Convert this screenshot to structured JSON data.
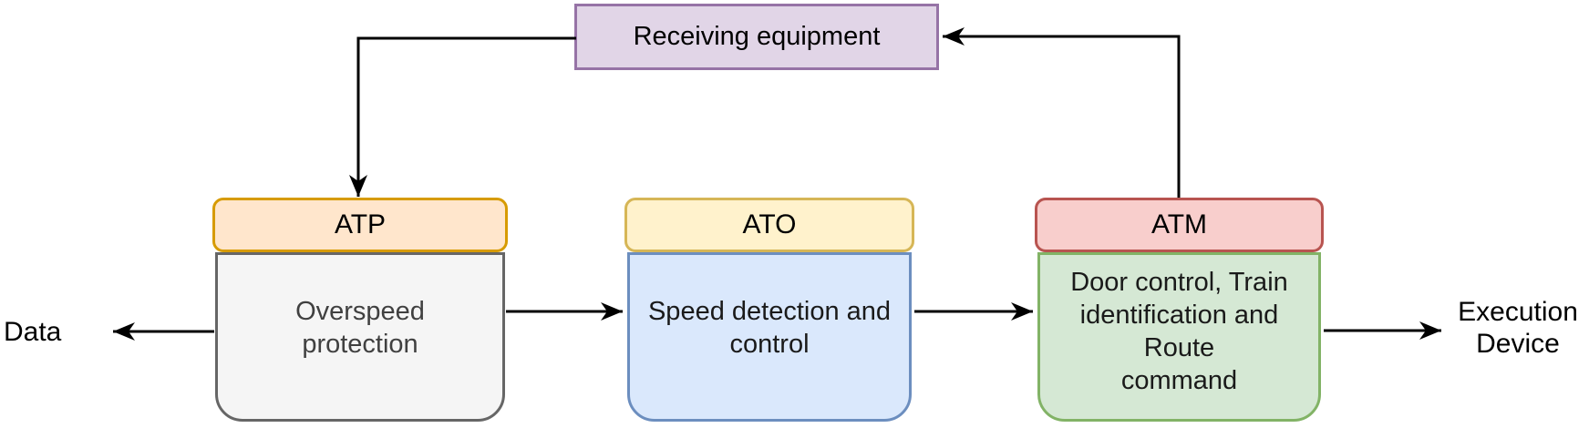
{
  "diagram": {
    "receiving": {
      "label": "Receiving equipment"
    },
    "nodes": {
      "atp": {
        "title": "ATP",
        "body": "Overspeed\nprotection"
      },
      "ato": {
        "title": "ATO",
        "body": "Speed detection and\ncontrol"
      },
      "atm": {
        "title": "ATM",
        "body": "Door control, Train\nidentification and\nRoute\ncommand"
      }
    },
    "external": {
      "left": "Data",
      "right": "Execution\nDevice"
    },
    "edges": [
      {
        "from": "Receiving equipment",
        "to": "ATP"
      },
      {
        "from": "ATM",
        "to": "Receiving equipment"
      },
      {
        "from": "ATP",
        "to": "ATO"
      },
      {
        "from": "ATO",
        "to": "ATM"
      },
      {
        "from": "ATP",
        "to": "Data"
      },
      {
        "from": "ATM",
        "to": "Execution Device"
      }
    ]
  },
  "colors": {
    "canvas_bg": "#ffffff",
    "arrow": "#000000",
    "text": "#000000",
    "body_text": "#1a1a1a",
    "receiving_fill": "#e1d5e7",
    "receiving_stroke": "#9673a6",
    "atp_header_fill": "#ffe6cc",
    "atp_header_stroke": "#d79b00",
    "atp_body_fill": "#f5f5f5",
    "atp_body_stroke": "#666666",
    "atp_body_text": "#404040",
    "ato_header_fill": "#fff2cc",
    "ato_header_stroke": "#d6b656",
    "ato_body_fill": "#dae8fc",
    "ato_body_stroke": "#6c8ebf",
    "atm_header_fill": "#f8cecc",
    "atm_header_stroke": "#b85450",
    "atm_body_fill": "#d5e8d4",
    "atm_body_stroke": "#82b366"
  }
}
